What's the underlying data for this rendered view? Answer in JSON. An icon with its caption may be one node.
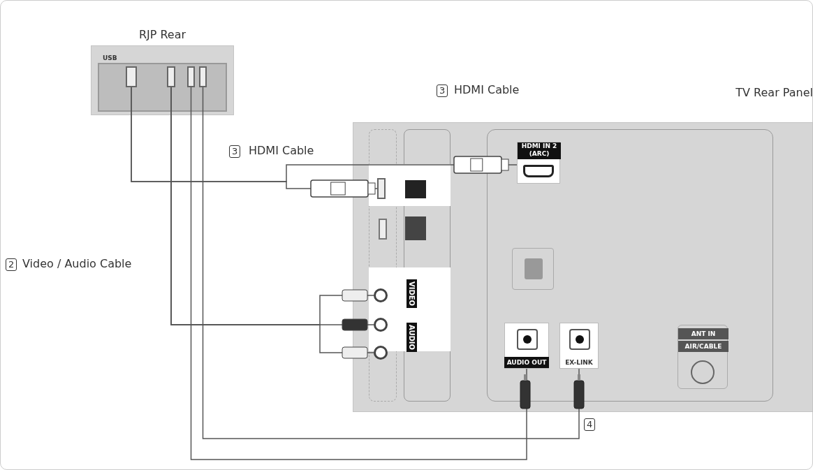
{
  "diagram": {
    "nodes": [
      {
        "text": [
          "RJP Rear"
        ]
      },
      {
        "text": [],
        "shape": "box",
        "in": 0
      },
      {
        "text": [],
        "shape": "box",
        "in": 0
      },
      {
        "text": [],
        "shape": "box",
        "in": 0
      },
      {
        "text": [],
        "shape": "box",
        "in": 0
      },
      {
        "text": [
          "TV Rear Panel"
        ]
      },
      {
        "text": [
          "HDMI IN 2 (ARC)"
        ],
        "in": 5
      },
      {
        "text": [],
        "shape": "box",
        "in": 5
      },
      {
        "text": [],
        "shape": "circle",
        "in": 5
      },
      {
        "text": [],
        "shape": "circle",
        "in": 5
      },
      {
        "text": [],
        "shape": "circle",
        "in": 5
      },
      {
        "text": [
          "AUDIO OUT"
        ],
        "in": 5
      },
      {
        "text": [
          "EX-LINK"
        ],
        "in": 5
      },
      {
        "text": [
          "ANT IN",
          "AIR/CABLE"
        ],
        "in": 5
      }
    ],
    "edges": [
      {
        "from": 1,
        "to": 6,
        "arrow": "none"
      },
      {
        "from": 1,
        "to": 7,
        "arrow": "none"
      },
      {
        "from": 2,
        "to": 8,
        "arrow": "none"
      },
      {
        "from": 2,
        "to": 9,
        "arrow": "none"
      },
      {
        "from": 2,
        "to": 10,
        "arrow": "none"
      },
      {
        "from": 3,
        "to": 11,
        "arrow": "none"
      },
      {
        "from": 4,
        "to": 12,
        "arrow": "none"
      }
    ],
    "labels": [
      "USB",
      "3",
      "HDMI Cable",
      "3",
      "HDMI Cable",
      "2",
      "Video / Audio Cable",
      "VIDEO",
      "AUDIO",
      "4"
    ]
  }
}
